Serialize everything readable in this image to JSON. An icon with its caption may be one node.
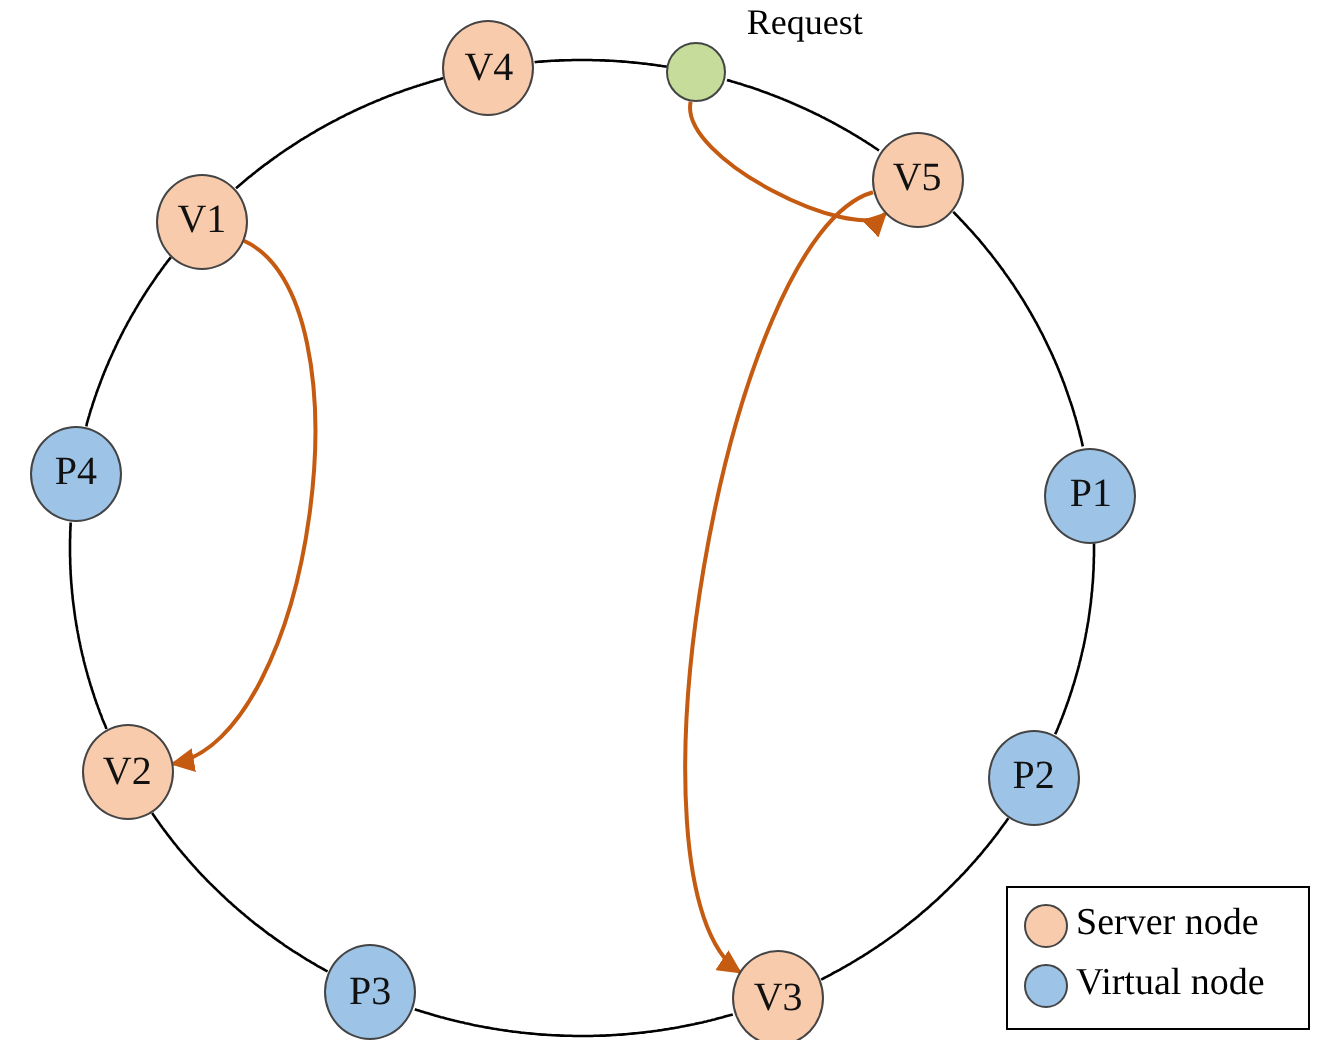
{
  "diagram": {
    "nodes": [
      {
        "text": [
          "V4"
        ]
      },
      {
        "text": [],
        "shape": "circle",
        "beside": [
          "Request"
        ]
      },
      {
        "text": [
          "V1"
        ]
      },
      {
        "text": [
          "V5"
        ]
      },
      {
        "text": [
          "P4"
        ]
      },
      {
        "text": [
          "P1"
        ]
      },
      {
        "text": [
          "V2"
        ]
      },
      {
        "text": [
          "P2"
        ]
      },
      {
        "text": [
          "V3"
        ]
      },
      {
        "text": [
          "P3"
        ]
      }
    ],
    "edges": [
      {
        "from": 0,
        "to": 1,
        "arrow": "none"
      },
      {
        "from": 1,
        "to": 3,
        "arrow": "none"
      },
      {
        "from": 3,
        "to": 5,
        "arrow": "none"
      },
      {
        "from": 5,
        "to": 7,
        "arrow": "none"
      },
      {
        "from": 7,
        "to": 8,
        "arrow": "none"
      },
      {
        "from": 8,
        "to": 9,
        "arrow": "none"
      },
      {
        "from": 9,
        "to": 6,
        "arrow": "none"
      },
      {
        "from": 6,
        "to": 4,
        "arrow": "none"
      },
      {
        "from": 4,
        "to": 2,
        "arrow": "none"
      },
      {
        "from": 2,
        "to": 0,
        "arrow": "none"
      },
      {
        "from": 1,
        "to": 3,
        "arrow": "to",
        "color": "#c55a11"
      },
      {
        "from": 3,
        "to": 8,
        "arrow": "to",
        "color": "#c55a11"
      },
      {
        "from": 2,
        "to": 6,
        "arrow": "to",
        "color": "#c55a11"
      }
    ],
    "legend": [
      {
        "text": "Server node",
        "color": "#f8cbad"
      },
      {
        "text": "Virtual node",
        "color": "#9dc3e6"
      }
    ]
  }
}
